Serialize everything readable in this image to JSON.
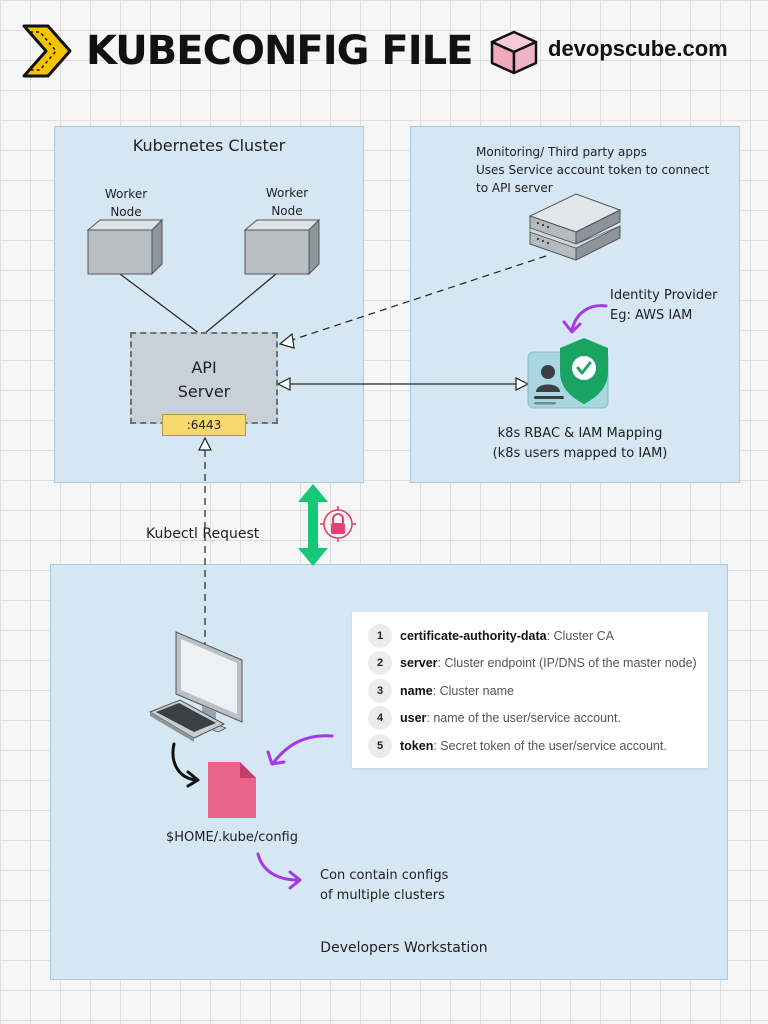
{
  "header": {
    "title": "KUBECONFIG FILE",
    "brand": "devopscube.com"
  },
  "cluster": {
    "title": "Kubernetes Cluster",
    "worker_nodes": [
      {
        "line1": "Worker",
        "line2": "Node"
      },
      {
        "line1": "Worker",
        "line2": "Node"
      }
    ],
    "api_server": {
      "line1": "API",
      "line2": "Server",
      "port": ":6443"
    }
  },
  "external": {
    "monitoring": [
      "Monitoring/ Third party apps",
      "Uses Service account token to connect",
      "to API server"
    ],
    "identity_provider": [
      "Identity Provider",
      "Eg: AWS IAM"
    ],
    "rbac": [
      "k8s RBAC & IAM Mapping",
      "(k8s users mapped to IAM)"
    ]
  },
  "connection": {
    "kubectl_label": "Kubectl Request"
  },
  "workstation": {
    "title": "Developers Workstation",
    "config_path": "$HOME/.kube/config",
    "note": [
      "Con contain configs",
      "of multiple clusters"
    ],
    "fields": [
      {
        "num": "1",
        "key": "certificate-authority-data",
        "desc": ": Cluster CA"
      },
      {
        "num": "2",
        "key": "server",
        "desc": ": Cluster endpoint (IP/DNS of the master node)"
      },
      {
        "num": "3",
        "key": "name",
        "desc": ": Cluster name"
      },
      {
        "num": "4",
        "key": "user",
        "desc": ": name of the user/service account."
      },
      {
        "num": "5",
        "key": "token",
        "desc": ": Secret token of the user/service account."
      }
    ]
  },
  "colors": {
    "panel": "#d4e7f3",
    "port": "#f6d86c",
    "accent_green": "#14c878",
    "accent_purple": "#a637e8",
    "file_pink": "#e8648e",
    "logo_yellow": "#f5c400"
  }
}
